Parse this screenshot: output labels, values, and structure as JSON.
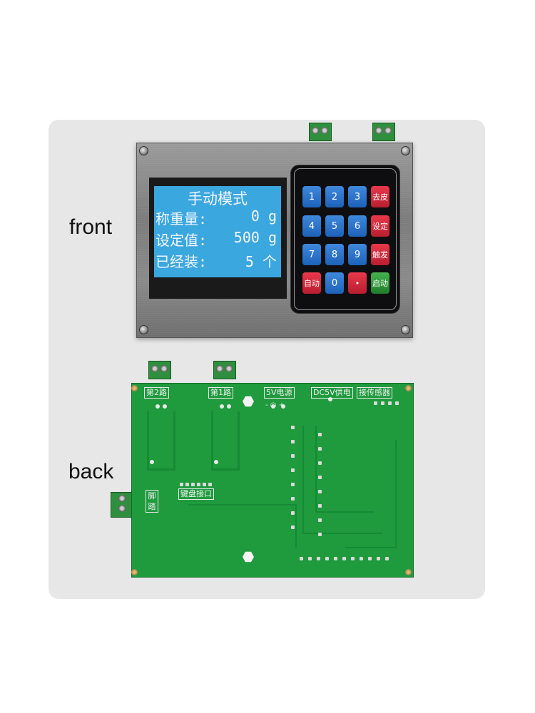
{
  "labels": {
    "front": "front",
    "back": "back"
  },
  "lcd": {
    "title": "手动模式",
    "rows": [
      {
        "label": "称重量:",
        "value": "0 g"
      },
      {
        "label": "设定值:",
        "value": "500 g"
      },
      {
        "label": "已经装:",
        "value": "5 个"
      }
    ]
  },
  "keypad": {
    "rows": [
      [
        "1",
        "2",
        "3",
        "去皮"
      ],
      [
        "4",
        "5",
        "6",
        "设定"
      ],
      [
        "7",
        "8",
        "9",
        "触发"
      ],
      [
        "自动",
        "0",
        "•",
        "启动"
      ]
    ]
  },
  "pcb": {
    "silkscreen": {
      "ch2": "第2路",
      "ch1": "第1路",
      "power5v": "5V电源",
      "dc5v": "DC5V供电",
      "sensor": "接传感器",
      "keyboard": "键盘接口",
      "footswitch": "脚踏",
      "power_polarity": "- ○ +"
    }
  },
  "colors": {
    "lcd": "#3ba7df",
    "pcb": "#1f9a3d",
    "key_blue": "#2a74cc",
    "key_red": "#d22c3e",
    "key_green": "#35a043"
  }
}
